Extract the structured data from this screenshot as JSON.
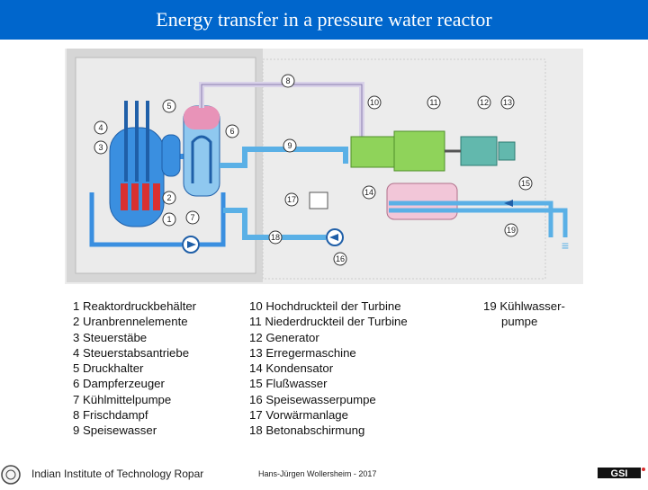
{
  "title": "Energy transfer in a pressure water reactor",
  "colors": {
    "title_bar": "#0066cc",
    "steam": "#d9d2e9",
    "water": "#5ab0e6",
    "turbine": "#8fd35a",
    "generator": "#62b8ad",
    "primary": "#3a8fe0",
    "rods": "#d93030"
  },
  "diagram": {
    "numbers": [
      "1",
      "2",
      "3",
      "4",
      "5",
      "6",
      "7",
      "8",
      "9",
      "10",
      "11",
      "12",
      "13",
      "14",
      "15",
      "16",
      "17",
      "18",
      "19"
    ],
    "unit_mark": "≡"
  },
  "legend": {
    "col1": [
      "1 Reaktordruckbehälter",
      "2 Uranbrennelemente",
      "3 Steuerstäbe",
      "4 Steuerstabsantriebe",
      "5 Druckhalter",
      "6 Dampferzeuger",
      "7 Kühlmittelpumpe",
      "8 Frischdampf",
      "9 Speisewasser"
    ],
    "col2": [
      "10 Hochdruckteil der Turbine",
      "11 Niederdruckteil der Turbine",
      "12 Generator",
      "13 Erregermaschine",
      "14 Kondensator",
      "15 Flußwasser",
      "16 Speisewasserpumpe",
      "17 Vorwärmanlage",
      "18 Betonabschirmung"
    ],
    "col3": [
      "19 Kühlwasser-",
      "pumpe"
    ]
  },
  "footer": {
    "institution": "Indian Institute of Technology Ropar",
    "author": "Hans-Jürgen Wollersheim - 2017",
    "logo_text": "GSI"
  }
}
